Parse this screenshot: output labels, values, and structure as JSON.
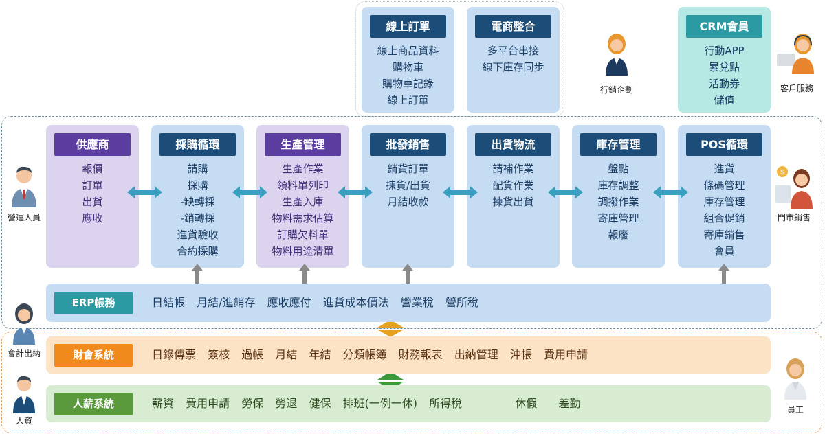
{
  "top_modules": [
    {
      "title": "線上訂單",
      "items": [
        "線上商品資料",
        "購物車",
        "購物車記錄",
        "線上訂單"
      ]
    },
    {
      "title": "電商整合",
      "items": [
        "多平台串接",
        "線下庫存同步"
      ]
    },
    {
      "title": "CRM會員",
      "items": [
        "行動APP",
        "累兌點",
        "活動券",
        "儲值"
      ]
    }
  ],
  "modules": [
    {
      "title": "供應商",
      "items": [
        "報價",
        "訂單",
        "出貨",
        "應收"
      ]
    },
    {
      "title": "採購循環",
      "items": [
        "請購",
        "採購",
        "-缺轉採",
        "-銷轉採",
        "進貨驗收",
        "合約採購"
      ]
    },
    {
      "title": "生產管理",
      "items": [
        "生產作業",
        "領料單列印",
        "生產入庫",
        "物料需求估算",
        "訂購欠料單",
        "物料用途清單"
      ]
    },
    {
      "title": "批發銷售",
      "items": [
        "銷貨訂單",
        "揀貨/出貨",
        "月結收款"
      ]
    },
    {
      "title": "出貨物流",
      "items": [
        "請補作業",
        "配貨作業",
        "揀貨出貨"
      ]
    },
    {
      "title": "庫存管理",
      "items": [
        "盤點",
        "庫存調整",
        "調撥作業",
        "寄庫管理",
        "報廢"
      ]
    },
    {
      "title": "POS循環",
      "items": [
        "進貨",
        "條碼管理",
        "庫存管理",
        "組合促銷",
        "寄庫銷售",
        "會員"
      ]
    }
  ],
  "erp": {
    "label": "ERP帳務",
    "items": [
      "日結帳",
      "月結/進銷存",
      "應收應付",
      "進貨成本價法",
      "營業稅",
      "營所稅"
    ]
  },
  "finance": {
    "label": "財會系統",
    "items": [
      "日錄傳票",
      "簽核",
      "過帳",
      "月結",
      "年結",
      "分類帳簿",
      "財務報表",
      "出納管理",
      "沖帳",
      "費用申請"
    ]
  },
  "hr": {
    "label": "人薪系統",
    "items": [
      "薪資",
      "費用申請",
      "勞保",
      "勞退",
      "健保",
      "排班(一例一休)",
      "所得稅",
      "休假",
      "差勤"
    ]
  },
  "people": {
    "marketing": "行銷企劃",
    "customer_service": "客戶服務",
    "operations": "營運人員",
    "store_sales": "門市銷售",
    "accounting": "會計出納",
    "hr_staff": "人資",
    "employee": "員工"
  },
  "colors": {
    "purple_card": "#dcd4ef",
    "blue_card": "#c6dcf2",
    "mint_card": "#b6e8e4",
    "purple_title": "#5a3d9f",
    "navy_title": "#1c4d78",
    "teal_title": "#2b9aa3",
    "arrow": "#3aa0c0",
    "vertical_arrow": "#8a8a8a",
    "finance_bg": "#fde3c6",
    "finance_label": "#f08a1c",
    "hr_bg": "#d8ecd2",
    "hr_label": "#5a9a3c",
    "erp_bg": "#c6dcf2"
  }
}
